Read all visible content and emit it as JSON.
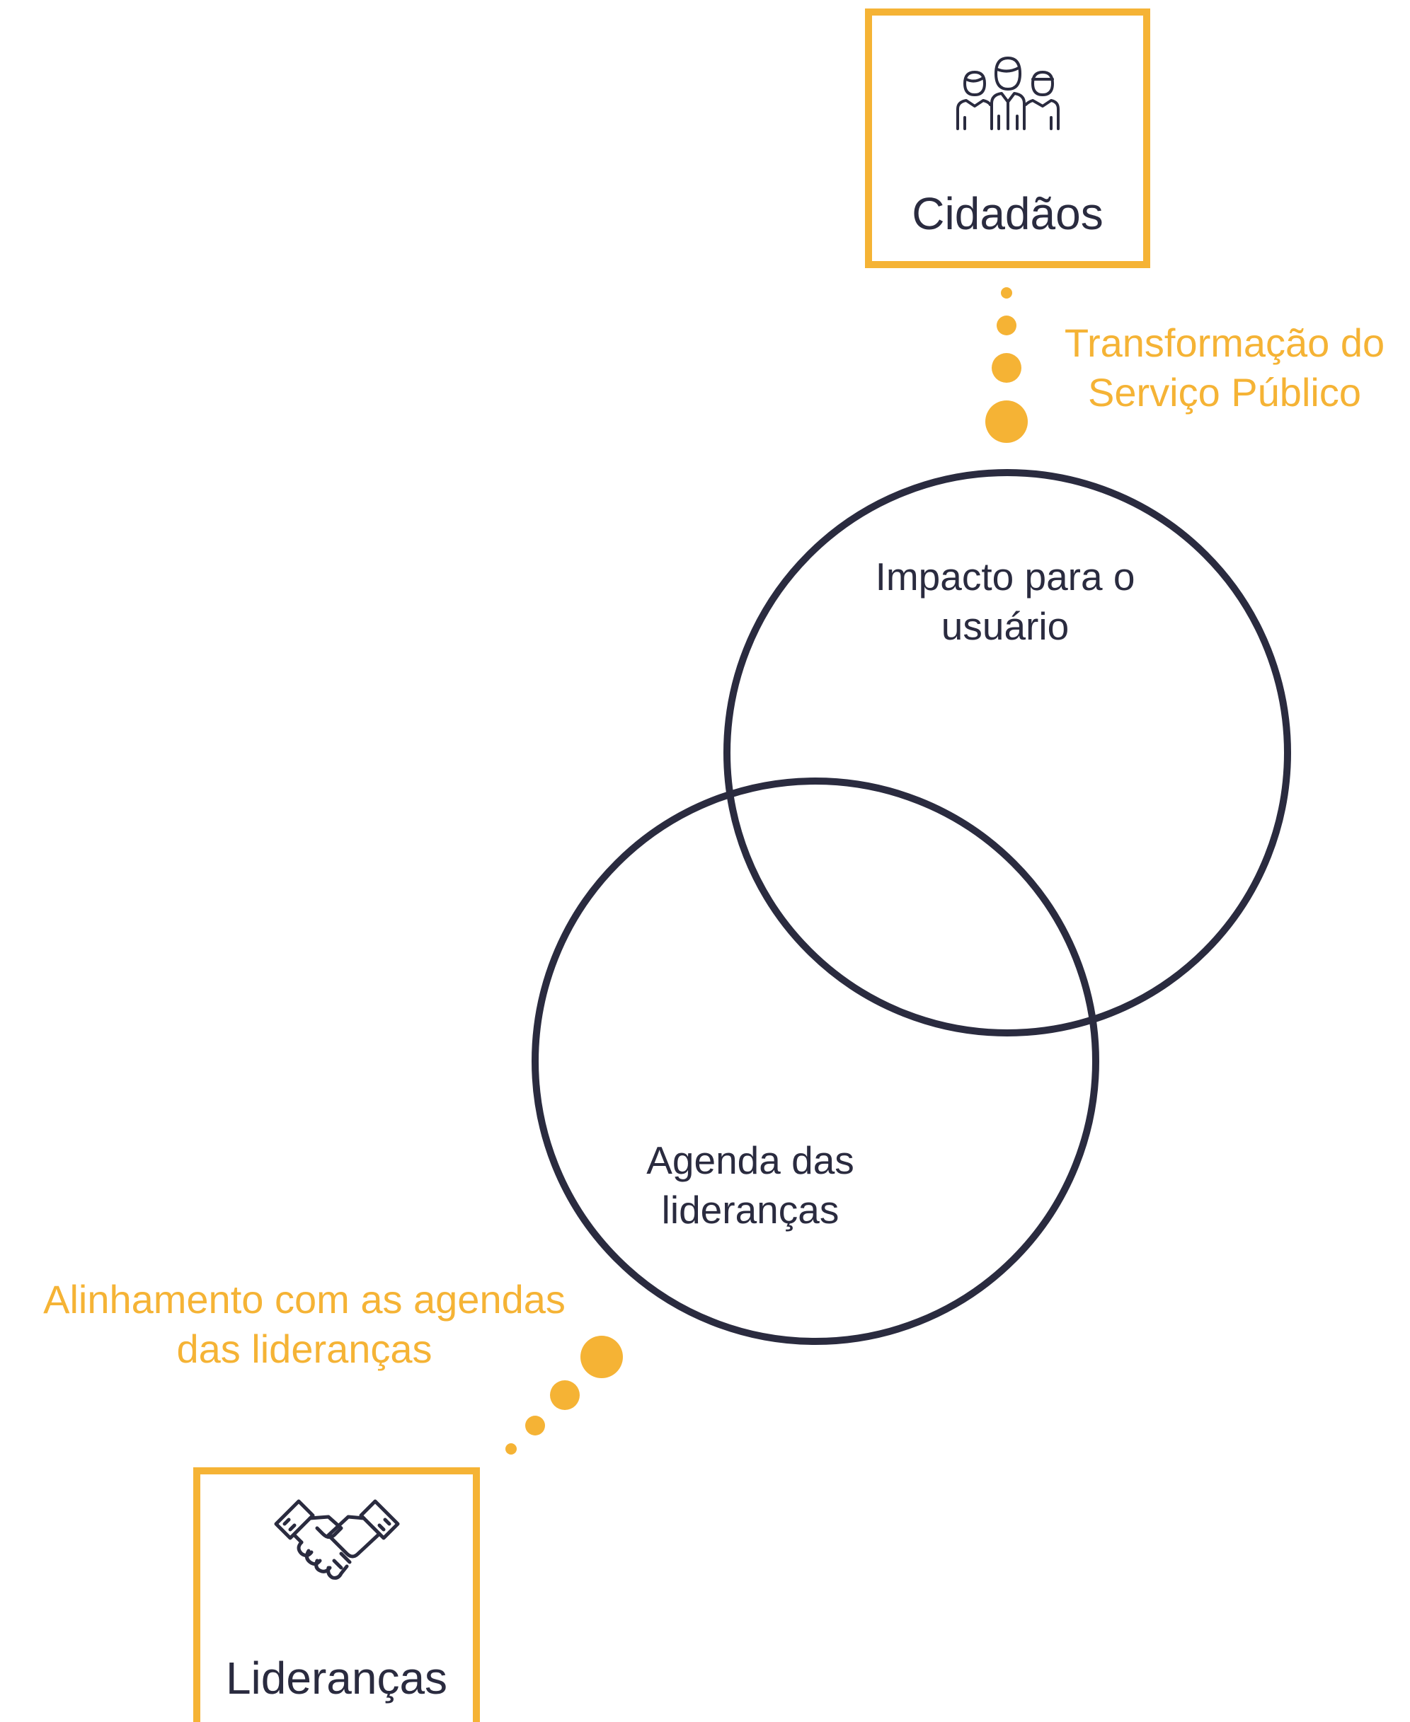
{
  "top_box": {
    "label": "Cidadãos",
    "icon": "people-group-icon"
  },
  "bottom_box": {
    "label": "Lideranças",
    "icon": "handshake-icon"
  },
  "top_annotation": {
    "line1": "Transformação do",
    "line2": "Serviço Público"
  },
  "bottom_annotation": {
    "line1": "Alinhamento com as agendas",
    "line2": "das lideranças"
  },
  "venn": {
    "top_circle": {
      "line1": "Impacto para o",
      "line2": "usuário"
    },
    "bottom_circle": {
      "line1": "Agenda das",
      "line2": "lideranças"
    }
  },
  "colors": {
    "accent": "#F5B335",
    "ink": "#2A2B3F",
    "background": "#FFFFFF"
  }
}
